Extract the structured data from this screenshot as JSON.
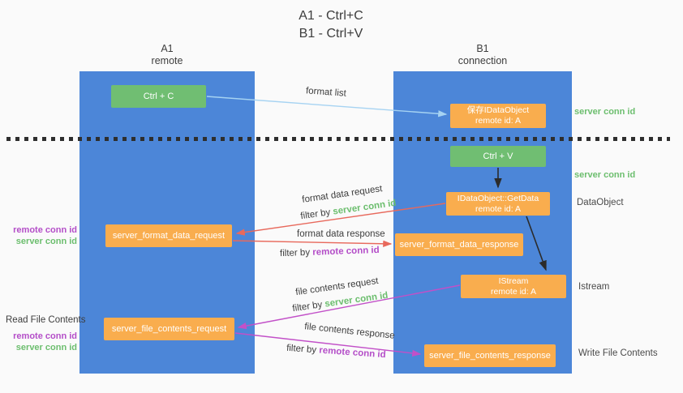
{
  "title": {
    "line1": "A1 - Ctrl+C",
    "line2": "B1 - Ctrl+V"
  },
  "lifelines": {
    "left": {
      "title": "A1",
      "subtitle": "remote"
    },
    "right": {
      "title": "B1",
      "subtitle": "connection"
    }
  },
  "nodes": {
    "ctrl_c": {
      "label": "Ctrl + C"
    },
    "save_idataobject": {
      "line1": "保存IDataObject",
      "line2": "remote id: A"
    },
    "ctrl_v": {
      "label": "Ctrl + V"
    },
    "getdata": {
      "line1": "IDataObject::GetData",
      "line2": "remote id: A"
    },
    "server_format_data_request": {
      "label": "server_format_data_request"
    },
    "server_format_data_response": {
      "label": "server_format_data_response"
    },
    "istream": {
      "line1": "IStream",
      "line2": "remote id: A"
    },
    "server_file_contents_request": {
      "label": "server_file_contents_request"
    },
    "server_file_contents_response": {
      "label": "server_file_contents_response"
    }
  },
  "side_labels": {
    "server_conn_id": "server conn id",
    "remote_conn_id": "remote conn id",
    "dataobject": "DataObject",
    "istream": "Istream",
    "read_file_contents": "Read File Contents",
    "write_file_contents": "Write File Contents"
  },
  "arrow_labels": {
    "format_list": "format list",
    "format_data_request": "format data request",
    "format_data_response": "format data response",
    "file_contents_request": "file contents request",
    "file_contents_response": "file contents response",
    "filter_by": "filter by",
    "server_conn_id": "server conn id",
    "remote_conn_id": "remote conn id"
  },
  "colors": {
    "lifeline_blue": "#4C86D8",
    "node_green": "#70BE72",
    "node_orange": "#F9AD4E",
    "arrow_blue": "#A6D3F2",
    "arrow_red": "#E8695C",
    "arrow_purple": "#C250C8",
    "arrow_black": "#2B2B2B",
    "text_green": "#6CBE6E",
    "text_purple": "#B44EC8",
    "text_dark": "#3D3D3D",
    "background": "#FAFAFA"
  }
}
